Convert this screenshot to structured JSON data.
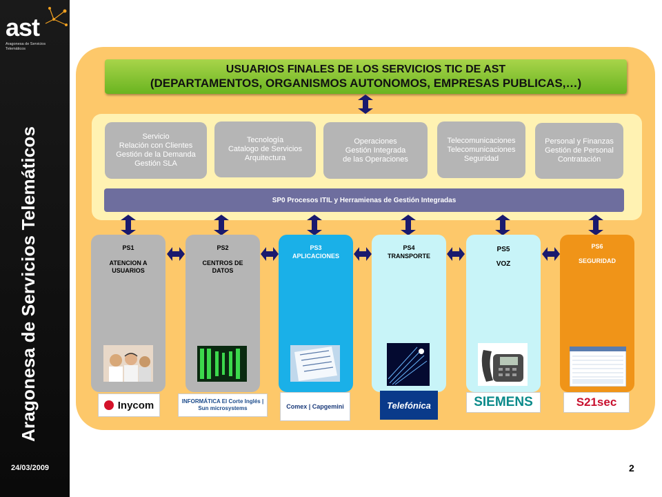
{
  "brand": {
    "name": "ast",
    "subtitle": "Aragonesa de Servicios Telemáticos",
    "vertical_title": "Aragonesa de Servicios Telemáticos"
  },
  "date": "24/03/2009",
  "page_number": "2",
  "header": {
    "line1": "USUARIOS FINALES DE LOS SERVICIOS TIC DE AST",
    "line2": "(DEPARTAMENTOS, ORGANISMOS AUTONOMOS, EMPRESAS PUBLICAS,…)"
  },
  "boxes": [
    {
      "title": "Servicio",
      "lines": [
        "Relación con Clientes",
        "Gestión de la Demanda",
        "Gestión SLA"
      ]
    },
    {
      "title": "Tecnología",
      "lines": [
        "Catalogo de Servicios",
        "Arquitectura"
      ]
    },
    {
      "title": "Operaciones",
      "lines": [
        "Gestión Integrada",
        "de las Operaciones"
      ]
    },
    {
      "title": "Telecomunicaciones",
      "lines": [
        "Telecomunicaciones",
        "Seguridad"
      ]
    },
    {
      "title": "Personal y Finanzas",
      "lines": [
        "Gestión de Personal",
        "Contratación"
      ]
    }
  ],
  "sp0": "SP0 Procesos ITIL y Herramienas de Gestión Integradas",
  "columns": [
    {
      "code": "PS1",
      "name": "ATENCION A USUARIOS",
      "color": "#b5b5b5",
      "text_color": "#000000",
      "vendor": "Inycom"
    },
    {
      "code": "PS2",
      "name": "CENTROS DE DATOS",
      "color": "#b5b5b5",
      "text_color": "#000000",
      "vendor": "INFORMÁTICA El Corte Inglés | Sun microsystems"
    },
    {
      "code": "PS3",
      "name": "APLICACIONES",
      "color": "#1ab0e8",
      "text_color": "#ffffff",
      "vendor": "Comex | Capgemini"
    },
    {
      "code": "PS4",
      "name": "TRANSPORTE",
      "color": "#c8f4f8",
      "text_color": "#000000",
      "vendor": "Telefónica"
    },
    {
      "code": "PS5",
      "name": "VOZ",
      "color": "#c8f4f8",
      "text_color": "#000000",
      "vendor": "SIEMENS"
    },
    {
      "code": "PS6",
      "name": "SEGURIDAD",
      "color": "#f09418",
      "text_color": "#ffffff",
      "vendor": "S21sec"
    }
  ],
  "colors": {
    "panel": "#fdc86a",
    "header_green": "#8cc63f",
    "sp0_bar": "#6e6e9e",
    "arrow_navy": "#1a1a6e"
  }
}
